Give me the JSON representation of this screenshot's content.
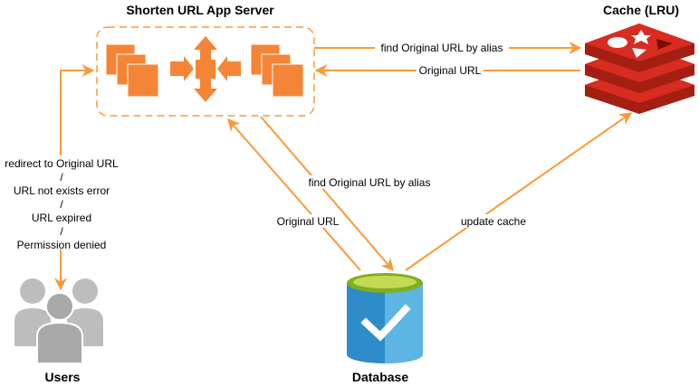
{
  "nodes": {
    "app_server": {
      "title": "Shorten URL App Server"
    },
    "cache": {
      "title": "Cache (LRU)"
    },
    "database": {
      "title": "Database"
    },
    "users": {
      "title": "Users"
    }
  },
  "edges": {
    "server_to_cache": {
      "label": "find Original URL by alias"
    },
    "cache_to_server": {
      "label": "Original URL"
    },
    "server_to_db": {
      "label": "find Original URL by alias"
    },
    "db_to_server": {
      "label": "Original URL"
    },
    "db_to_cache": {
      "label": "update cache"
    },
    "server_to_users": {
      "lines": [
        "redirect to Original URL",
        "/",
        "URL not exists error",
        "/",
        "URL expired",
        "/",
        "Permission denied"
      ]
    }
  },
  "colors": {
    "arrow": "#F79B3A",
    "aws_orange": "#F58536",
    "redis_red": "#D82C20",
    "db_blue": "#2E8CC9",
    "db_lid": "#B7D534",
    "users_gray": "#B6B6B6"
  }
}
